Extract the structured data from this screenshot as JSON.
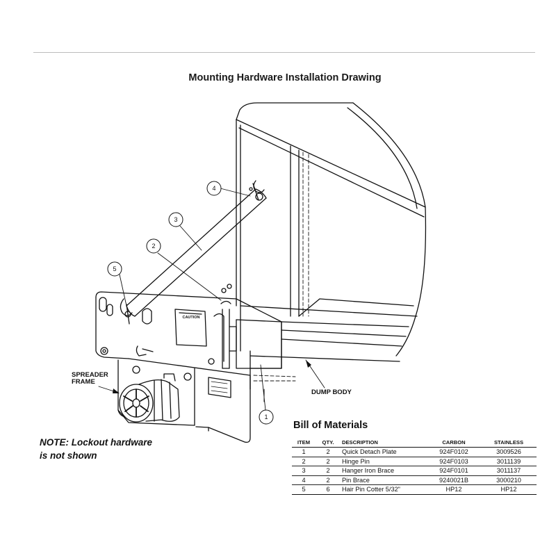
{
  "title": "Mounting Hardware Installation Drawing",
  "callouts": [
    "1",
    "2",
    "3",
    "4",
    "5"
  ],
  "labels": {
    "spreader_frame": "SPREADER FRAME",
    "dump_body": "DUMP BODY",
    "caution": "CAUTION"
  },
  "note": {
    "line1": "NOTE: Lockout hardware",
    "line2": "is not shown"
  },
  "bom": {
    "title": "Bill of Materials",
    "headers": [
      "ITEM",
      "QTY.",
      "DESCRIPTION",
      "CARBON",
      "STAINLESS"
    ],
    "rows": [
      [
        "1",
        "2",
        "Quick Detach Plate",
        "924F0102",
        "3009526"
      ],
      [
        "2",
        "2",
        "Hinge Pin",
        "924F0103",
        "3011139"
      ],
      [
        "3",
        "2",
        "Hanger Iron Brace",
        "924F0101",
        "3011137"
      ],
      [
        "4",
        "2",
        "Pin Brace",
        "9240021B",
        "3000210"
      ],
      [
        "5",
        "6",
        "Hair Pin Cotter 5/32\"",
        "HP12",
        "HP12"
      ]
    ]
  }
}
